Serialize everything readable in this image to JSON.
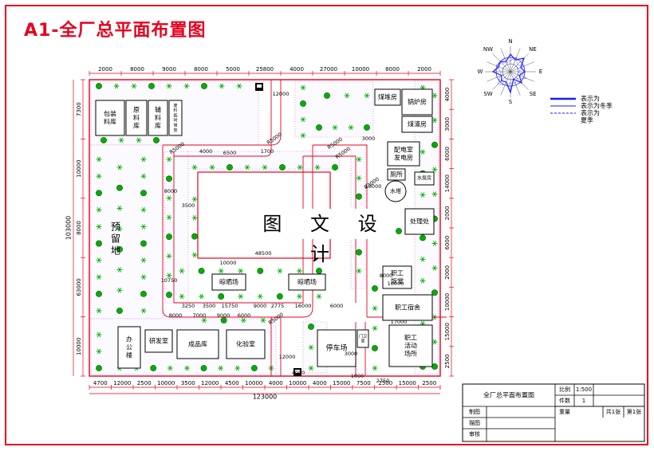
{
  "title": "A1-全厂总平面布置图",
  "watermark": "图 文 设 计",
  "compass": {
    "n": "N",
    "ne": "NE",
    "e": "E",
    "se": "SE",
    "s": "S",
    "sw": "SW",
    "w": "W",
    "nw": "NW"
  },
  "legend": [
    {
      "label": "表示为",
      "style": "thick"
    },
    {
      "label": "表示为冬季",
      "style": "thin"
    },
    {
      "label": "表示为",
      "style": "dashed"
    },
    {
      "label": "夏季",
      "style": "none"
    }
  ],
  "buildings": {
    "packaging_store": "包装\n料库",
    "raw_material_store": "原\n料\n库",
    "aux_store": "辅\n料\n库",
    "waste_store": "废\n料\n临\n时\n堆\n放",
    "coal_yard": "煤堆房",
    "boiler_room": "锅炉房",
    "slag_room": "煤渣房",
    "power_room": "配电室\n发电房",
    "toilet": "厕所",
    "water_pump": "水泵房",
    "water_tower": "水塔",
    "water_treatment": "处理处",
    "reserve": "预\n留\n地",
    "drying_1": "晾晒场",
    "drying_2": "晾晒场",
    "canteen": "职工\n饭堂",
    "dormitory": "职工宿舍",
    "office": "办\n公\n楼",
    "rd_room": "研发室",
    "product_store": "成品库",
    "lab": "化验室",
    "parking": "停车场",
    "guard": "门卫\n室",
    "activity": "职工\n活动\n场所"
  },
  "dimensions": {
    "top": [
      "2000",
      "8000",
      "9000",
      "8000",
      "5000",
      "25800",
      "4000",
      "27000",
      "10000",
      "8000",
      "2000"
    ],
    "bottom": [
      "4700",
      "12000",
      "2500",
      "10000",
      "3500",
      "12000",
      "4500",
      "10000",
      "4000",
      "10000",
      "4000",
      "15000",
      "7500",
      "2500",
      "15000",
      "2500"
    ],
    "total_width": "123000",
    "left": [
      "7300",
      "10000",
      "8000",
      "63000",
      "10000"
    ],
    "total_height": "103000",
    "right": [
      "4000",
      "3000",
      "6000",
      "14000",
      "2000",
      "6000",
      "2000",
      "10000",
      "15000",
      "2500"
    ],
    "inner": [
      "12000",
      "4000",
      "6500",
      "1700",
      "8000",
      "3500",
      "48500",
      "10000",
      "10750",
      "3250",
      "3500",
      "15750",
      "9000",
      "2775",
      "16000",
      "6000",
      "8000",
      "7000",
      "9000",
      "6000",
      "10000",
      "3000",
      "17000",
      "8000",
      "10000",
      "12000",
      "4000",
      "1000",
      "2750",
      "3000"
    ],
    "radius": [
      "R5000",
      "R5000",
      "R5000",
      "R3000",
      "R5000",
      "R5000"
    ]
  },
  "title_block": {
    "drawing_name": "全厂总平面布置图",
    "scale_label": "比例",
    "scale_value": "1:500",
    "count_label": "件数",
    "count_value": "1",
    "weight_label": "重量",
    "sheet_total": "共1张",
    "sheet_num": "第1张",
    "rows": [
      "制图",
      "描图",
      "审核"
    ]
  },
  "colors": {
    "border": "#e8001e",
    "plan": "#e8001e",
    "tree": "#00b000",
    "dim": "#e8001e",
    "legend": "#1a1aff"
  }
}
